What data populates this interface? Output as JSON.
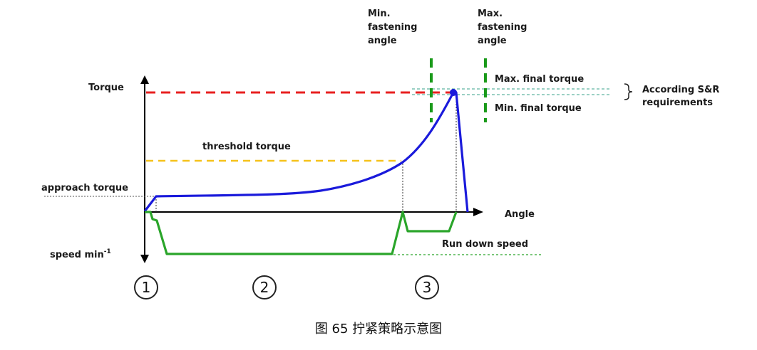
{
  "labels": {
    "torque": "Torque",
    "angle": "Angle",
    "approach_torque": "approach torque",
    "threshold_torque": "threshold torque",
    "speed": "speed min",
    "speed_sup": "-1",
    "run_down_speed": "Run down speed",
    "min_angle": [
      "Min.",
      "fastening",
      "angle"
    ],
    "max_angle": [
      "Max.",
      "fastening",
      "angle"
    ],
    "max_final_torque": "Max. final torque",
    "min_final_torque": "Min. final torque",
    "sr_requirements": [
      "According S&R",
      "requirements"
    ],
    "steps": [
      "①",
      "②",
      "③"
    ]
  },
  "caption": "图 65  拧紧策略示意图",
  "colors": {
    "torque_curve": "#1a1adb",
    "speed_curve": "#2aa52a",
    "max_torque_line": "#e82020",
    "threshold_line": "#f5c21b",
    "angle_limits": "#1a9a1a",
    "final_torque_band": "#5fb3a0"
  }
}
